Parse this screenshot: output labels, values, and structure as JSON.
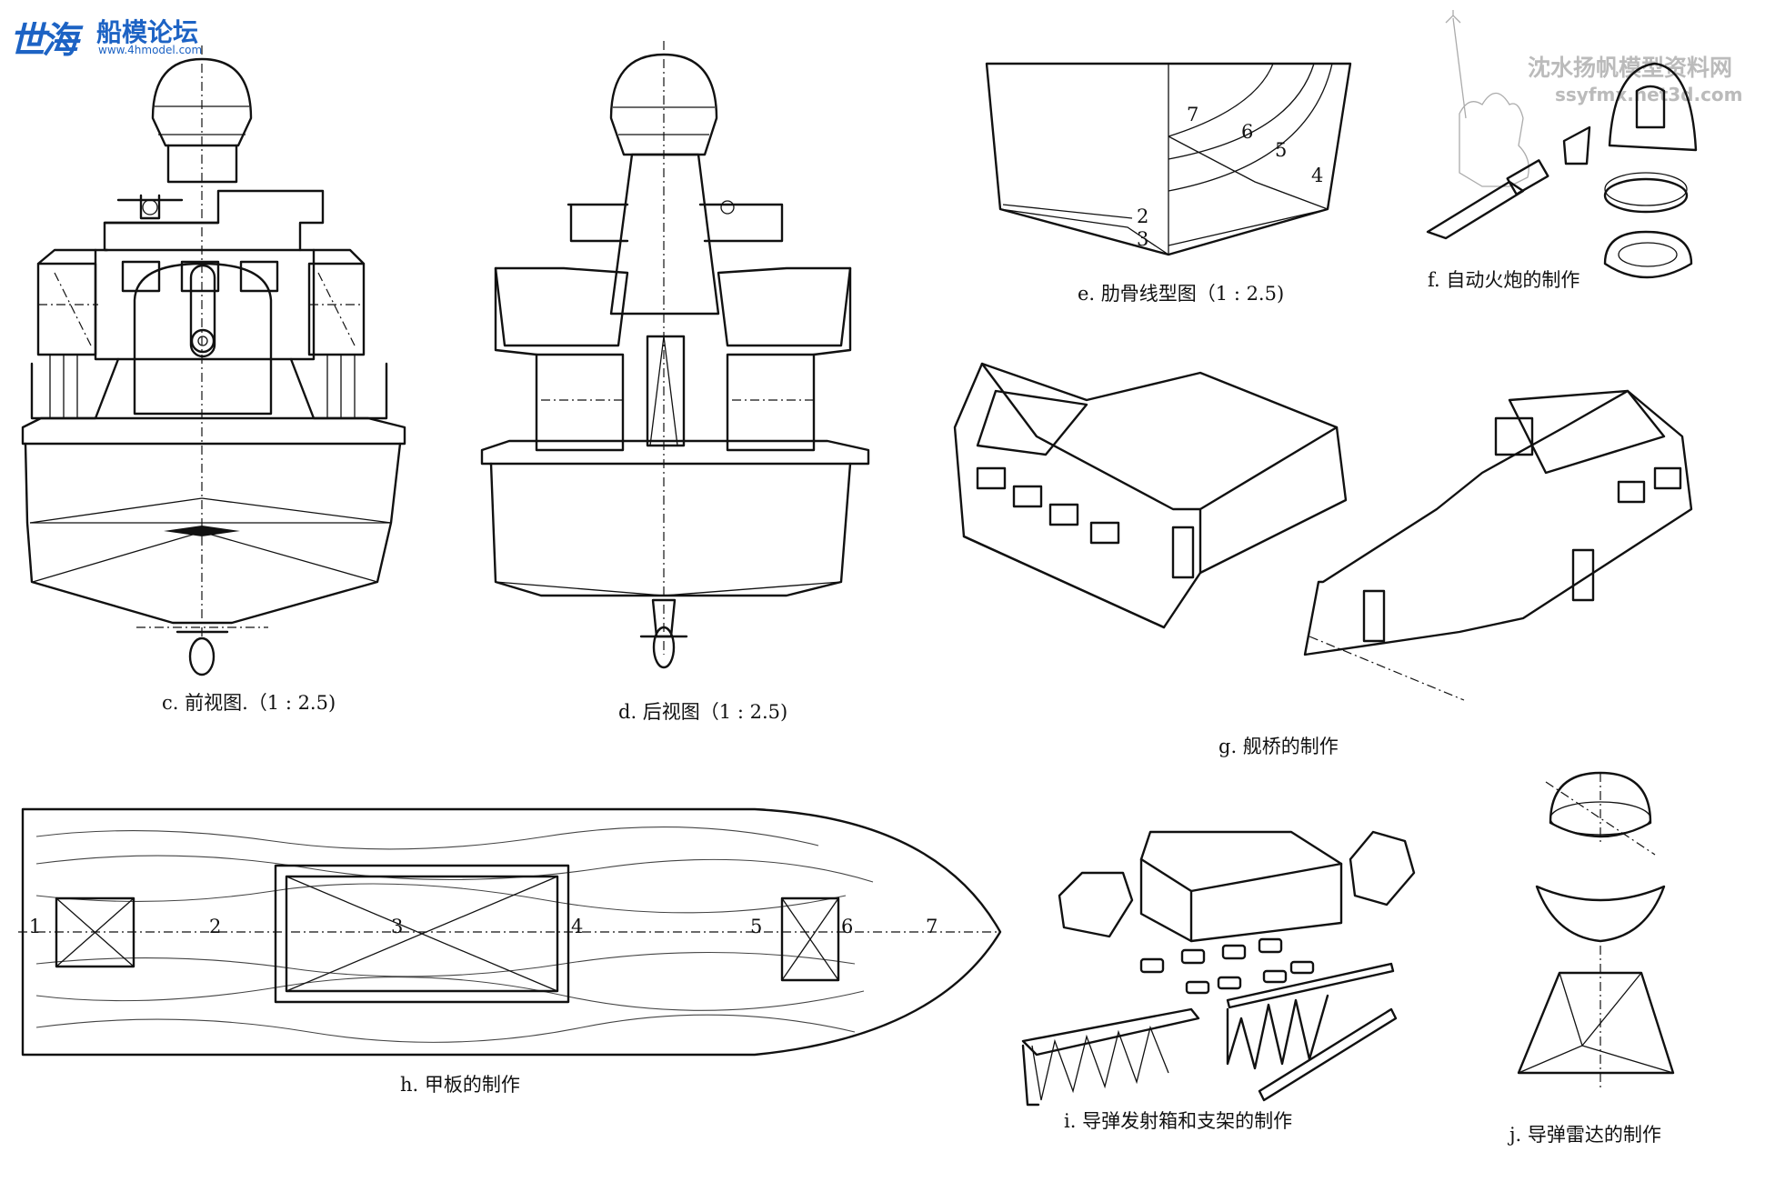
{
  "watermark_logo": {
    "title": "船模论坛",
    "url": "www.4hmodel.com"
  },
  "watermark_right": {
    "title": "沈水扬帆模型资料网",
    "url": "ssyfmx.net3d.com"
  },
  "captions": {
    "c": "c. 前视图.（1 : 2.5)",
    "d": "d. 后视图（1 : 2.5)",
    "e": "e. 肋骨线型图（1 : 2.5)",
    "f": "f. 自动火炮的制作",
    "g": "g. 舰桥的制作",
    "h": "h. 甲板的制作",
    "i": "i. 导弹发射箱和支架的制作",
    "j": "j. 导弹雷达的制作"
  },
  "rib_numbers": [
    "7",
    "6",
    "5",
    "4",
    "2",
    "3"
  ],
  "deck_station_numbers": [
    "1",
    "2",
    "3",
    "4",
    "5",
    "6",
    "7"
  ],
  "colors": {
    "ink": "#111111",
    "logo_blue": "#1d63c4",
    "watermark": "#bbbbbb"
  }
}
